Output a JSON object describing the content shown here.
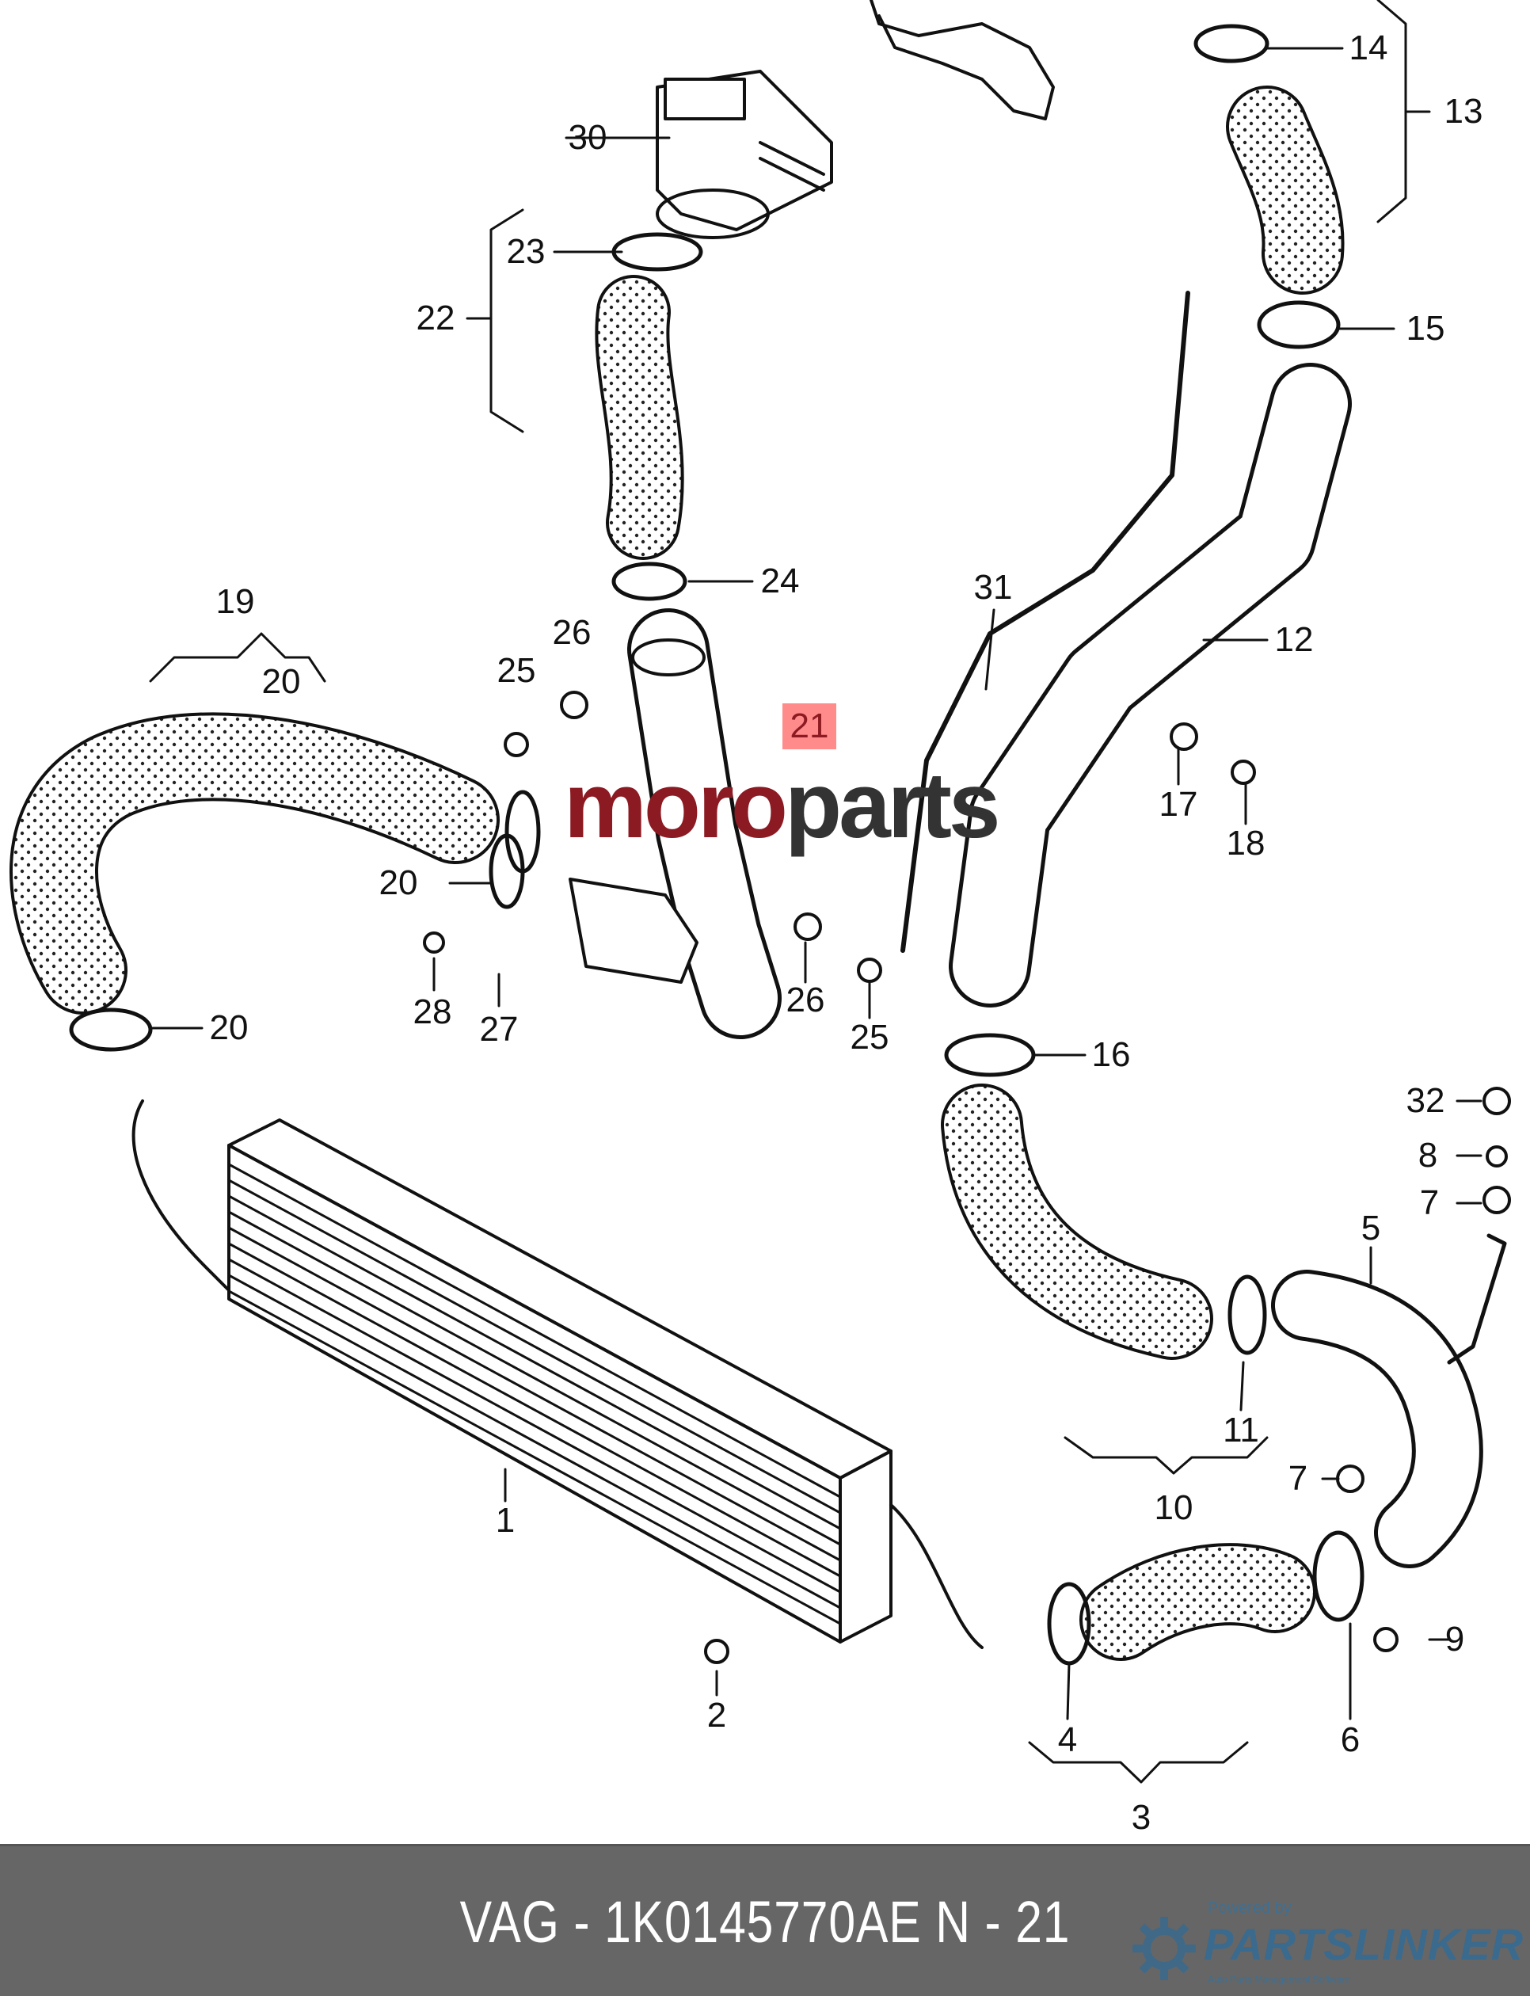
{
  "callouts": [
    "14",
    "13",
    "30",
    "23",
    "22",
    "15",
    "24",
    "31",
    "19",
    "26",
    "12",
    "20",
    "25",
    "21",
    "17",
    "18",
    "20",
    "28",
    "27",
    "26",
    "25",
    "20",
    "16",
    "32",
    "8",
    "7",
    "5",
    "11",
    "7",
    "10",
    "1",
    "9",
    "2",
    "4",
    "6",
    "3"
  ],
  "watermark": {
    "part1": "moro",
    "part2": "parts"
  },
  "footer": {
    "title": "VAG - 1K0145770AE     N - 21"
  },
  "brand": {
    "powered_by": "Powered by",
    "name": "PARTSLINKER",
    "tagline": "Auto Parts Management Software"
  },
  "colors": {
    "footer_bg": "#666666",
    "watermark_red": "#8b1a22",
    "brand_blue": "#3a6a8e"
  }
}
